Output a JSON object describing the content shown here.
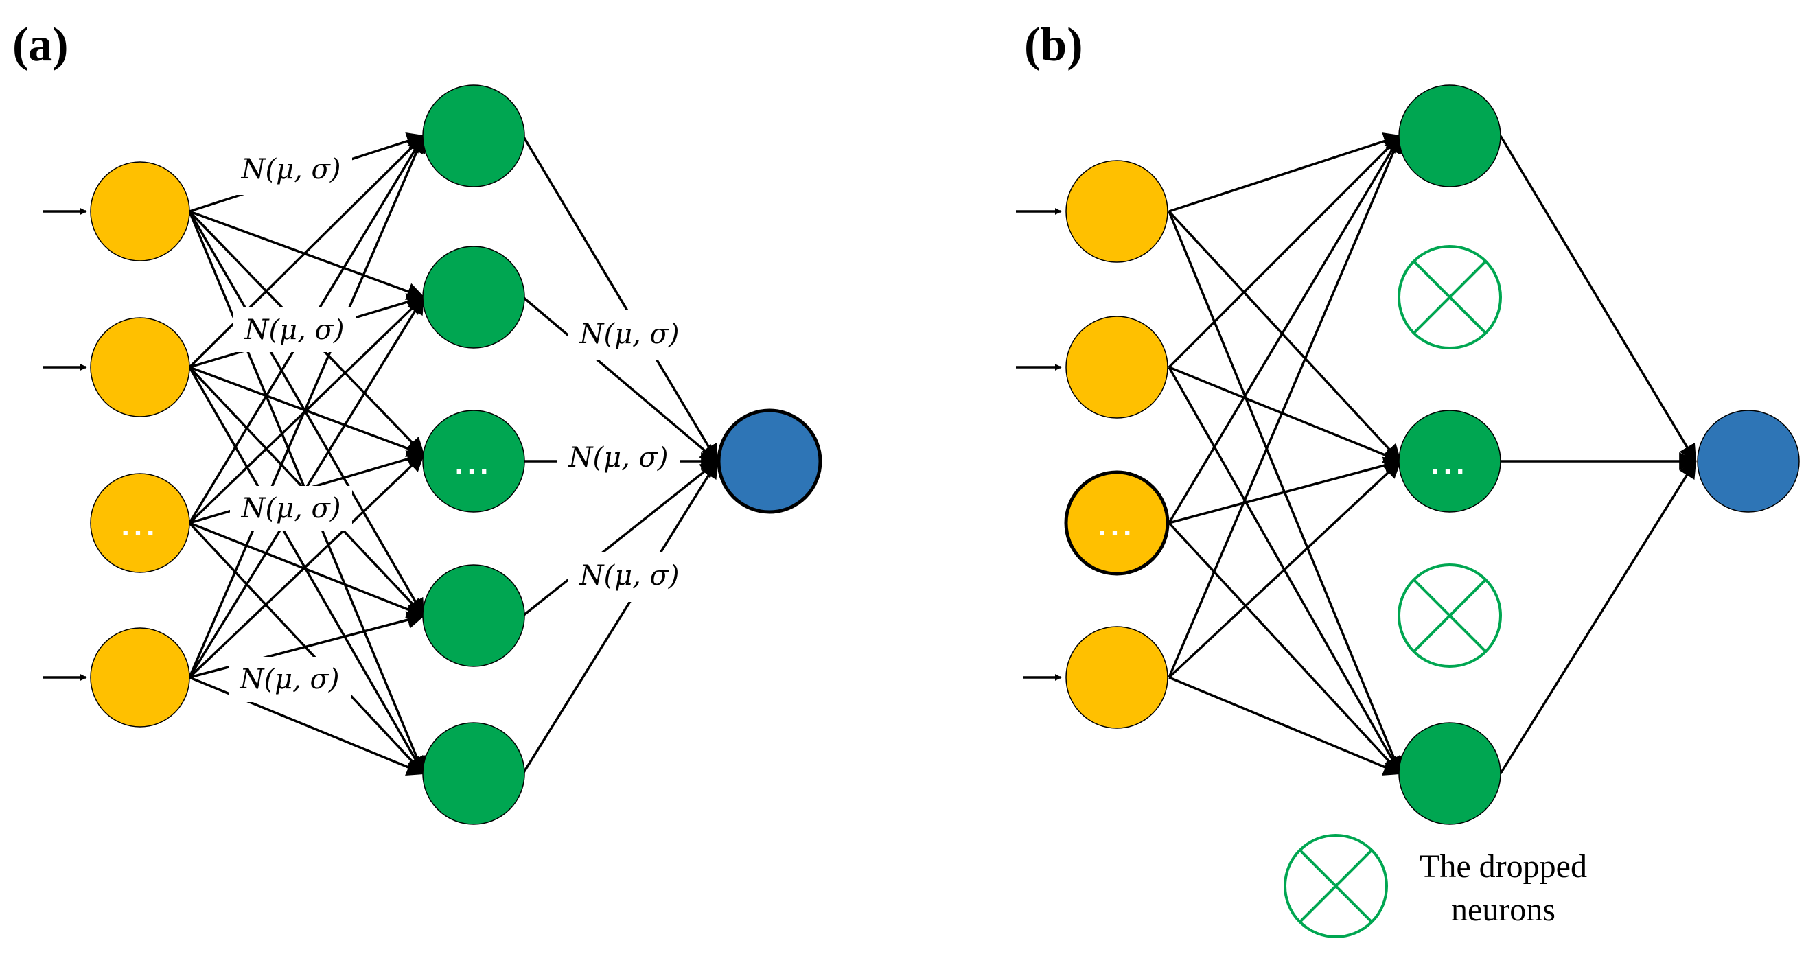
{
  "panels": {
    "a": {
      "label": "(a)"
    },
    "b": {
      "label": "(b)"
    }
  },
  "weight_label": "N(μ, σ)",
  "ellipsis": "...",
  "legend": {
    "line1": "The dropped",
    "line2": "neurons"
  },
  "colors": {
    "input": "#FFC000",
    "hidden": "#00A651",
    "output": "#2E75B6",
    "dropped": "#00A651",
    "edge": "#000000"
  }
}
